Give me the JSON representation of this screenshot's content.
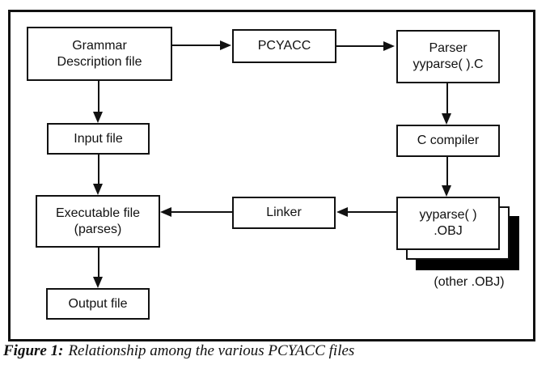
{
  "figure": {
    "caption_label": "Figure 1:",
    "caption_text": "Relationship among the various PCYACC files"
  },
  "diagram": {
    "nodes": {
      "grammar": "Grammar\nDescription file",
      "pcyacc": "PCYACC",
      "parser": "Parser\nyyparse( ).C",
      "input": "Input file",
      "c_compiler": "C compiler",
      "executable": "Executable file\n(parses)",
      "linker": "Linker",
      "yyparse_obj": "yyparse( )\n.OBJ",
      "output": "Output file"
    },
    "annotations": {
      "other_obj": "(other .OBJ)"
    },
    "edges": [
      "grammar -> pcyacc",
      "pcyacc -> parser",
      "grammar -> input",
      "input -> executable",
      "parser -> c_compiler",
      "c_compiler -> yyparse_obj",
      "yyparse_obj -> linker",
      "linker -> executable",
      "executable -> output"
    ],
    "colors": {
      "line": "#111111",
      "background": "#ffffff",
      "shadow_fill": "#000000"
    }
  }
}
